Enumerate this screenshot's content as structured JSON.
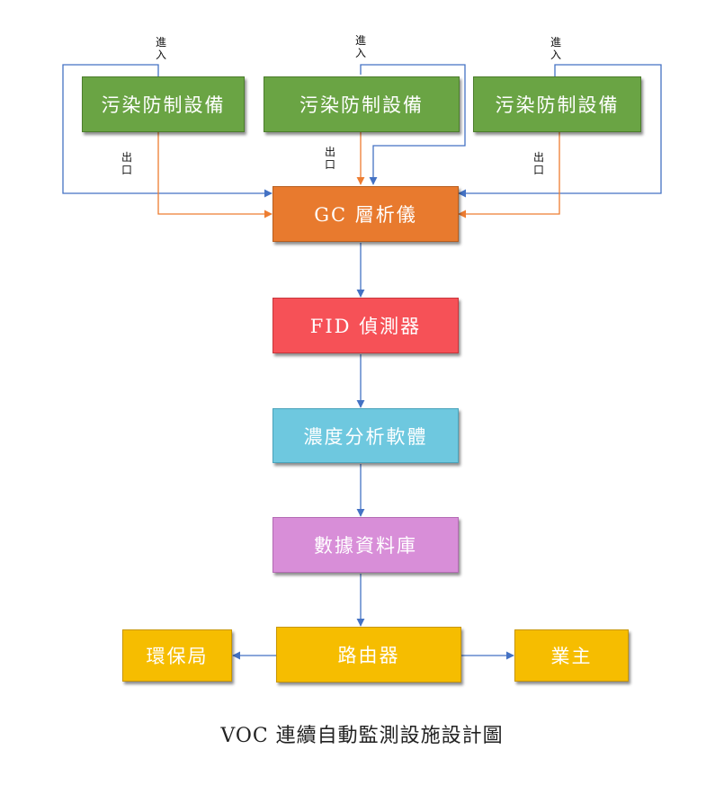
{
  "equipment": [
    {
      "label": "污染防制設備",
      "in_label": "進入",
      "out_label": "出口"
    },
    {
      "label": "污染防制設備",
      "in_label": "進入",
      "out_label": "出口"
    },
    {
      "label": "污染防制設備",
      "in_label": "進入",
      "out_label": "出口"
    }
  ],
  "flow": {
    "gc": "GC 層析儀",
    "fid": "FID 偵測器",
    "software": "濃度分析軟體",
    "database": "數據資料庫",
    "router": "路由器"
  },
  "outputs": {
    "left": "環保局",
    "right": "業主"
  },
  "caption": "VOC 連續自動監測設施設計圖",
  "colors": {
    "equipment": "#6aa444",
    "gc": "#e87a2e",
    "fid": "#f65157",
    "software": "#6ec8df",
    "database": "#d88ed8",
    "router": "#f6bd00",
    "inlet_line": "#4472c4",
    "outlet_line": "#ed7d31"
  }
}
